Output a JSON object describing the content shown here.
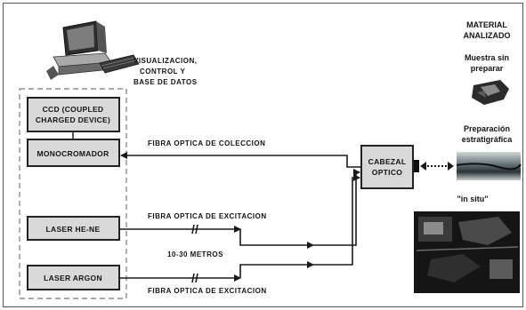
{
  "computer_caption": [
    "VISUALIZACION,",
    "CONTROL Y",
    "BASE DE DATOS"
  ],
  "blocks": {
    "ccd": [
      "CCD (COUPLED",
      "CHARGED DEVICE)"
    ],
    "monocromador": "MONOCROMADOR",
    "laser_hene": "LASER HE-NE",
    "laser_argon": "LASER ARGON",
    "cabezal": [
      "CABEZAL",
      "OPTICO"
    ]
  },
  "fiber_labels": {
    "coleccion": "FIBRA OPTICA DE COLECCION",
    "excitacion_top": "FIBRA OPTICA DE EXCITACION",
    "distance": "10-30 METROS",
    "excitacion_bottom": "FIBRA OPTICA DE EXCITACION"
  },
  "material": {
    "title": [
      "MATERIAL",
      "ANALIZADO"
    ],
    "muestra": [
      "Muestra sin",
      "preparar"
    ],
    "preparacion": [
      "Preparación",
      "estratigráfica"
    ],
    "in_situ": "\"in situ\""
  },
  "colors": {
    "line": "#1a1a1a",
    "box_fill": "#d9d9d9",
    "photo_dark": "#151515"
  }
}
